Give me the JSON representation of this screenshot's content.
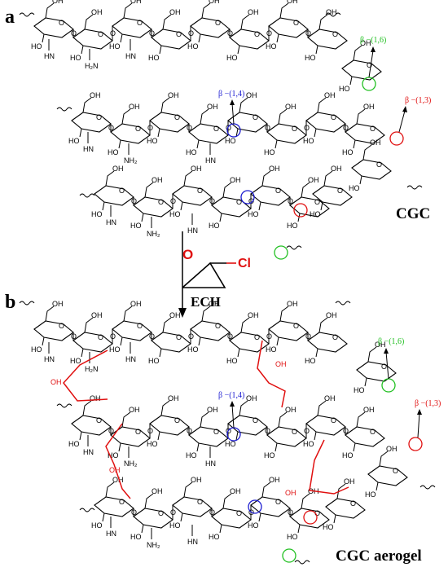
{
  "panels": [
    {
      "letter": "a",
      "name": "CGC"
    },
    {
      "letter": "b",
      "name": "CGC aerogel"
    }
  ],
  "reagent": {
    "name": "ECH",
    "oxygen_symbol": "O",
    "chlorine_symbol": "Cl"
  },
  "linkages": {
    "b16": "β −(1,6)",
    "b14": "β −(1,4)",
    "b13": "β −(1,3)"
  },
  "atoms": {
    "oh": "OH",
    "ho": "HO",
    "o": "O",
    "nh2": "NH₂",
    "h2n": "H₂N",
    "hn": "HN"
  },
  "colors": {
    "b16": "#22c022",
    "b14": "#1a1ad0",
    "b13": "#e01010",
    "crosslinker": "#e01010",
    "structure": "#000000"
  }
}
